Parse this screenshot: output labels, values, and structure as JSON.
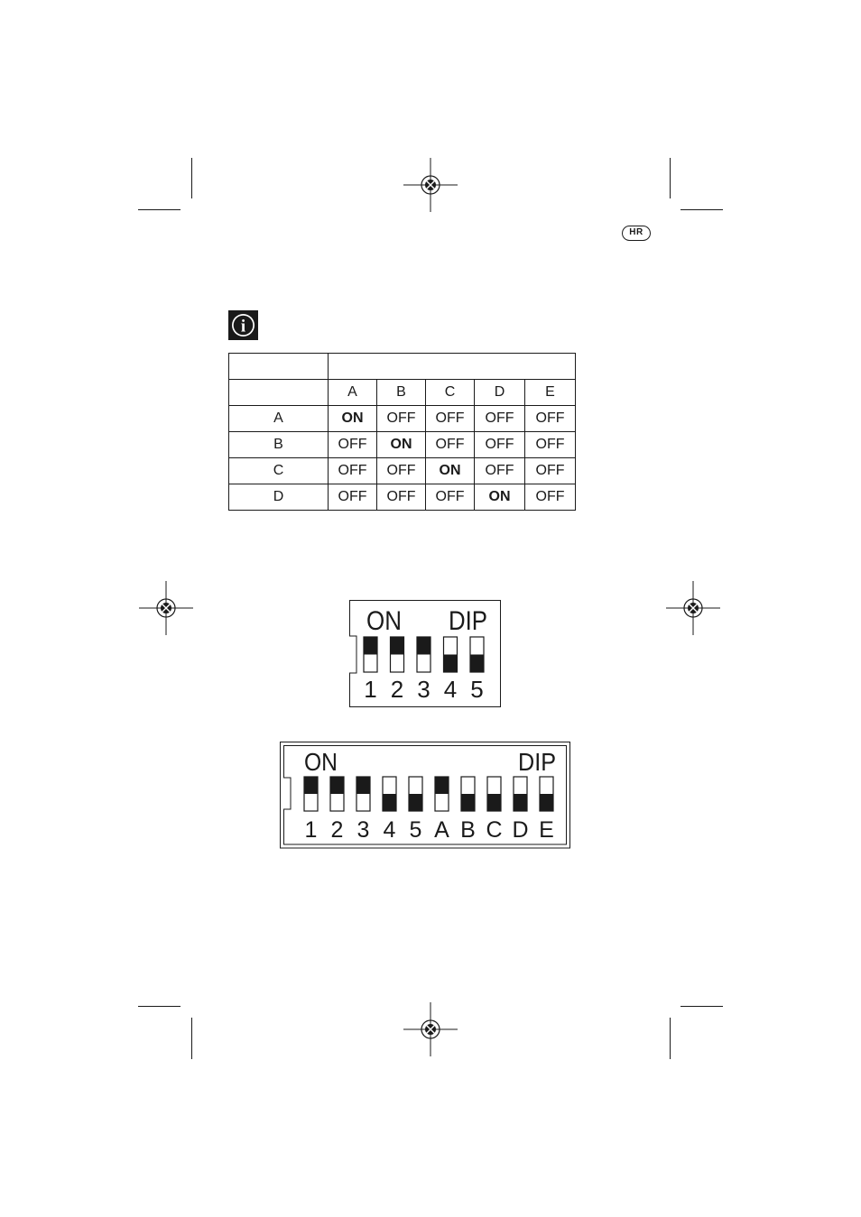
{
  "badge": {
    "text": "HR"
  },
  "info_icon": {
    "icon": "info-icon",
    "glyph": "i"
  },
  "table": {
    "columns": [
      "A",
      "B",
      "C",
      "D",
      "E"
    ],
    "rows": [
      {
        "label": "A",
        "cells": [
          "ON",
          "OFF",
          "OFF",
          "OFF",
          "OFF"
        ]
      },
      {
        "label": "B",
        "cells": [
          "OFF",
          "ON",
          "OFF",
          "OFF",
          "OFF"
        ]
      },
      {
        "label": "C",
        "cells": [
          "OFF",
          "OFF",
          "ON",
          "OFF",
          "OFF"
        ]
      },
      {
        "label": "D",
        "cells": [
          "OFF",
          "OFF",
          "OFF",
          "ON",
          "OFF"
        ]
      }
    ]
  },
  "dip5": {
    "on_label": "ON",
    "dip_label": "DIP",
    "switches": [
      {
        "label": "1",
        "state": "ON"
      },
      {
        "label": "2",
        "state": "ON"
      },
      {
        "label": "3",
        "state": "ON"
      },
      {
        "label": "4",
        "state": "OFF"
      },
      {
        "label": "5",
        "state": "OFF"
      }
    ]
  },
  "dip10": {
    "on_label": "ON",
    "dip_label": "DIP",
    "switches": [
      {
        "label": "1",
        "state": "ON"
      },
      {
        "label": "2",
        "state": "ON"
      },
      {
        "label": "3",
        "state": "ON"
      },
      {
        "label": "4",
        "state": "OFF"
      },
      {
        "label": "5",
        "state": "OFF"
      },
      {
        "label": "A",
        "state": "ON"
      },
      {
        "label": "B",
        "state": "OFF"
      },
      {
        "label": "C",
        "state": "OFF"
      },
      {
        "label": "D",
        "state": "OFF"
      },
      {
        "label": "E",
        "state": "OFF"
      }
    ]
  },
  "colors": {
    "ink": "#1a1a1a",
    "paper": "#ffffff"
  }
}
